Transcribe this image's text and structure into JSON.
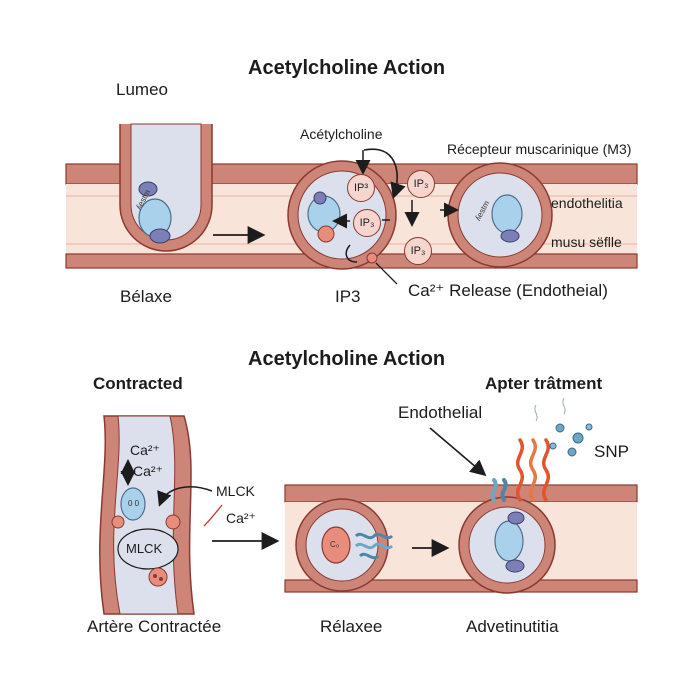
{
  "top_panel": {
    "title": "Acetylcholine Action",
    "lumen_label": "Lumeo",
    "acetylcholine_label": "Acétylcholine",
    "receptor_label": "Récepteur muscarinique (M3)",
    "endothelium_label": "endothelitia",
    "muscle_label": "musu sëflle",
    "relaxed_label": "Bélaxe",
    "ip3_label": "IP3",
    "release_label": "Ca²⁺ Release (Endotheial)",
    "cell_text_a": "ʎestm",
    "cell_text_b": "ʎestm",
    "ip3_tags": [
      "IP³",
      "IP₃",
      "IP₃",
      "IP₃"
    ]
  },
  "bottom_panel": {
    "title": "Acetylcholine Action",
    "contracted_label": "Contracted",
    "ca_label_1": "Ca²⁺",
    "ca_label_2": "Ca²⁺",
    "mlck_inner": "MLCK",
    "mlck_label": "MLCK",
    "ca_label_3": "Ca²⁺",
    "artery_label": "Artère Contractée",
    "relaxed_label": "Rélaxee",
    "after_label": "Apter trâtment",
    "endothelial_label": "Endothelial",
    "snp_label": "SNP",
    "adventitia_label": "Advetinutitia",
    "cell_text_c": "C₀",
    "cell_text_d": "0 0"
  },
  "colors": {
    "vessel_outer": "#cd8577",
    "vessel_outline": "#8a3a30",
    "tissue": "#f8e4d8",
    "lumen": "#dce0ec",
    "nucleus": "#a9d1ec",
    "cell_purple": "#7b7fb5",
    "red_wave": "#e0552e",
    "blue_bead": "#6fa6c8"
  }
}
